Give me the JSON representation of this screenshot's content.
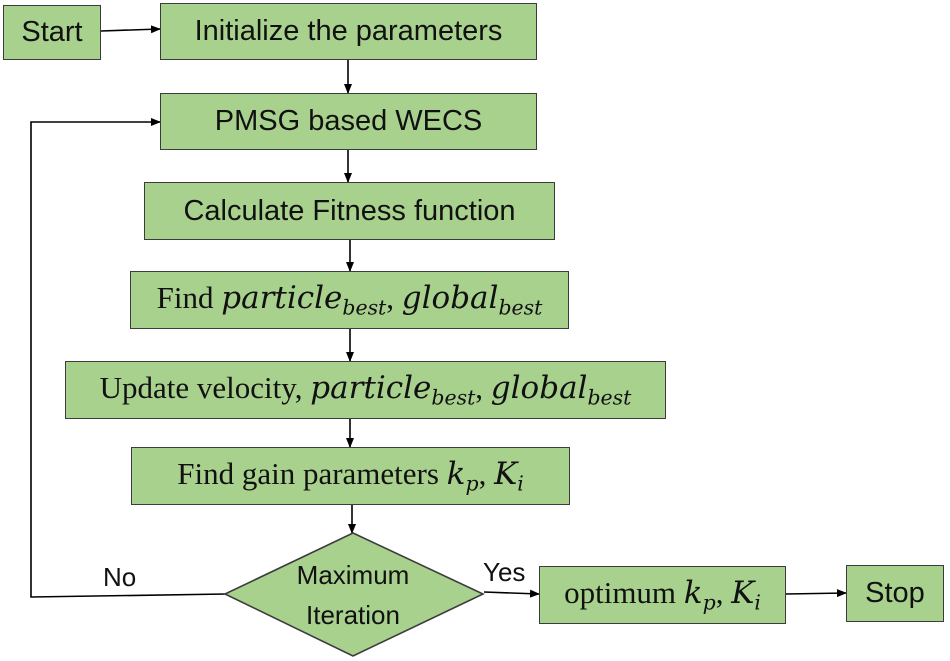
{
  "nodes": {
    "start": "Start",
    "init": "Initialize the parameters",
    "pmsg": "PMSG based WECS",
    "fitness": "Calculate Fitness function",
    "find_best": {
      "prefix": "Find",
      "pbest": "particle",
      "pbest_sub": "best",
      "sep": ",",
      "gbest": "global",
      "gbest_sub": "best"
    },
    "update": {
      "prefix": "Update velocity,",
      "pbest": "particle",
      "pbest_sub": "best",
      "sep": ",",
      "gbest": "global",
      "gbest_sub": "best"
    },
    "gain": {
      "prefix": "Find gain parameters",
      "kp": "k",
      "kp_sub": "p",
      "sep": ",",
      "ki": "K",
      "ki_sub": "i"
    },
    "decision_line1": "Maximum",
    "decision_line2": "Iteration",
    "optimum": {
      "prefix": "optimum",
      "kp": "k",
      "kp_sub": "p",
      "sep": ",",
      "ki": "K",
      "ki_sub": "i"
    },
    "stop": "Stop"
  },
  "edges": {
    "no_label": "No",
    "yes_label": "Yes"
  },
  "colors": {
    "box_fill": "#a9d18e",
    "box_border": "#3c3c3c",
    "arrow": "#000000"
  }
}
